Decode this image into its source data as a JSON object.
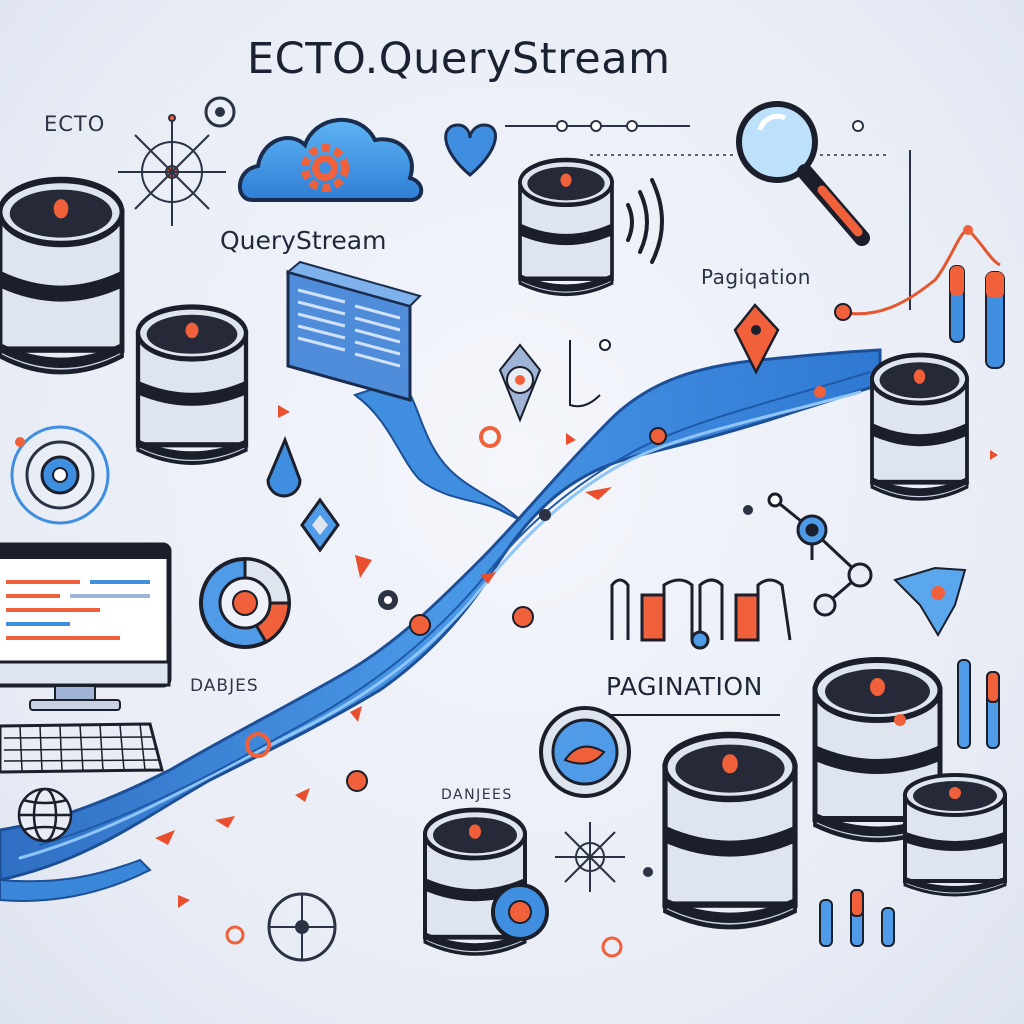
{
  "labels": {
    "title": "ECTO.QueryStream",
    "ecto": "ECTO",
    "querystream": "QueryStream",
    "pagination_top": "Pagiqation",
    "pagination_main": "PAGINATION",
    "dabjes": "DABJES",
    "danjees": "DANJEES"
  },
  "colors": {
    "background": "#e9edf5",
    "river": "#3a86d8",
    "accent_orange": "#f0603a",
    "db_top": "#232634",
    "db_body": "#dfe5ef",
    "ink": "#1a2130"
  },
  "icons": [
    "database-icon",
    "cloud-gear-icon",
    "heart-icon",
    "magnifier-icon",
    "sound-waves-icon",
    "compass-icon",
    "monitor-icon",
    "keyboard-icon",
    "globe-icon",
    "donut-chart-icon",
    "network-node-icon",
    "document-icon",
    "target-icon",
    "diamond-icon"
  ]
}
